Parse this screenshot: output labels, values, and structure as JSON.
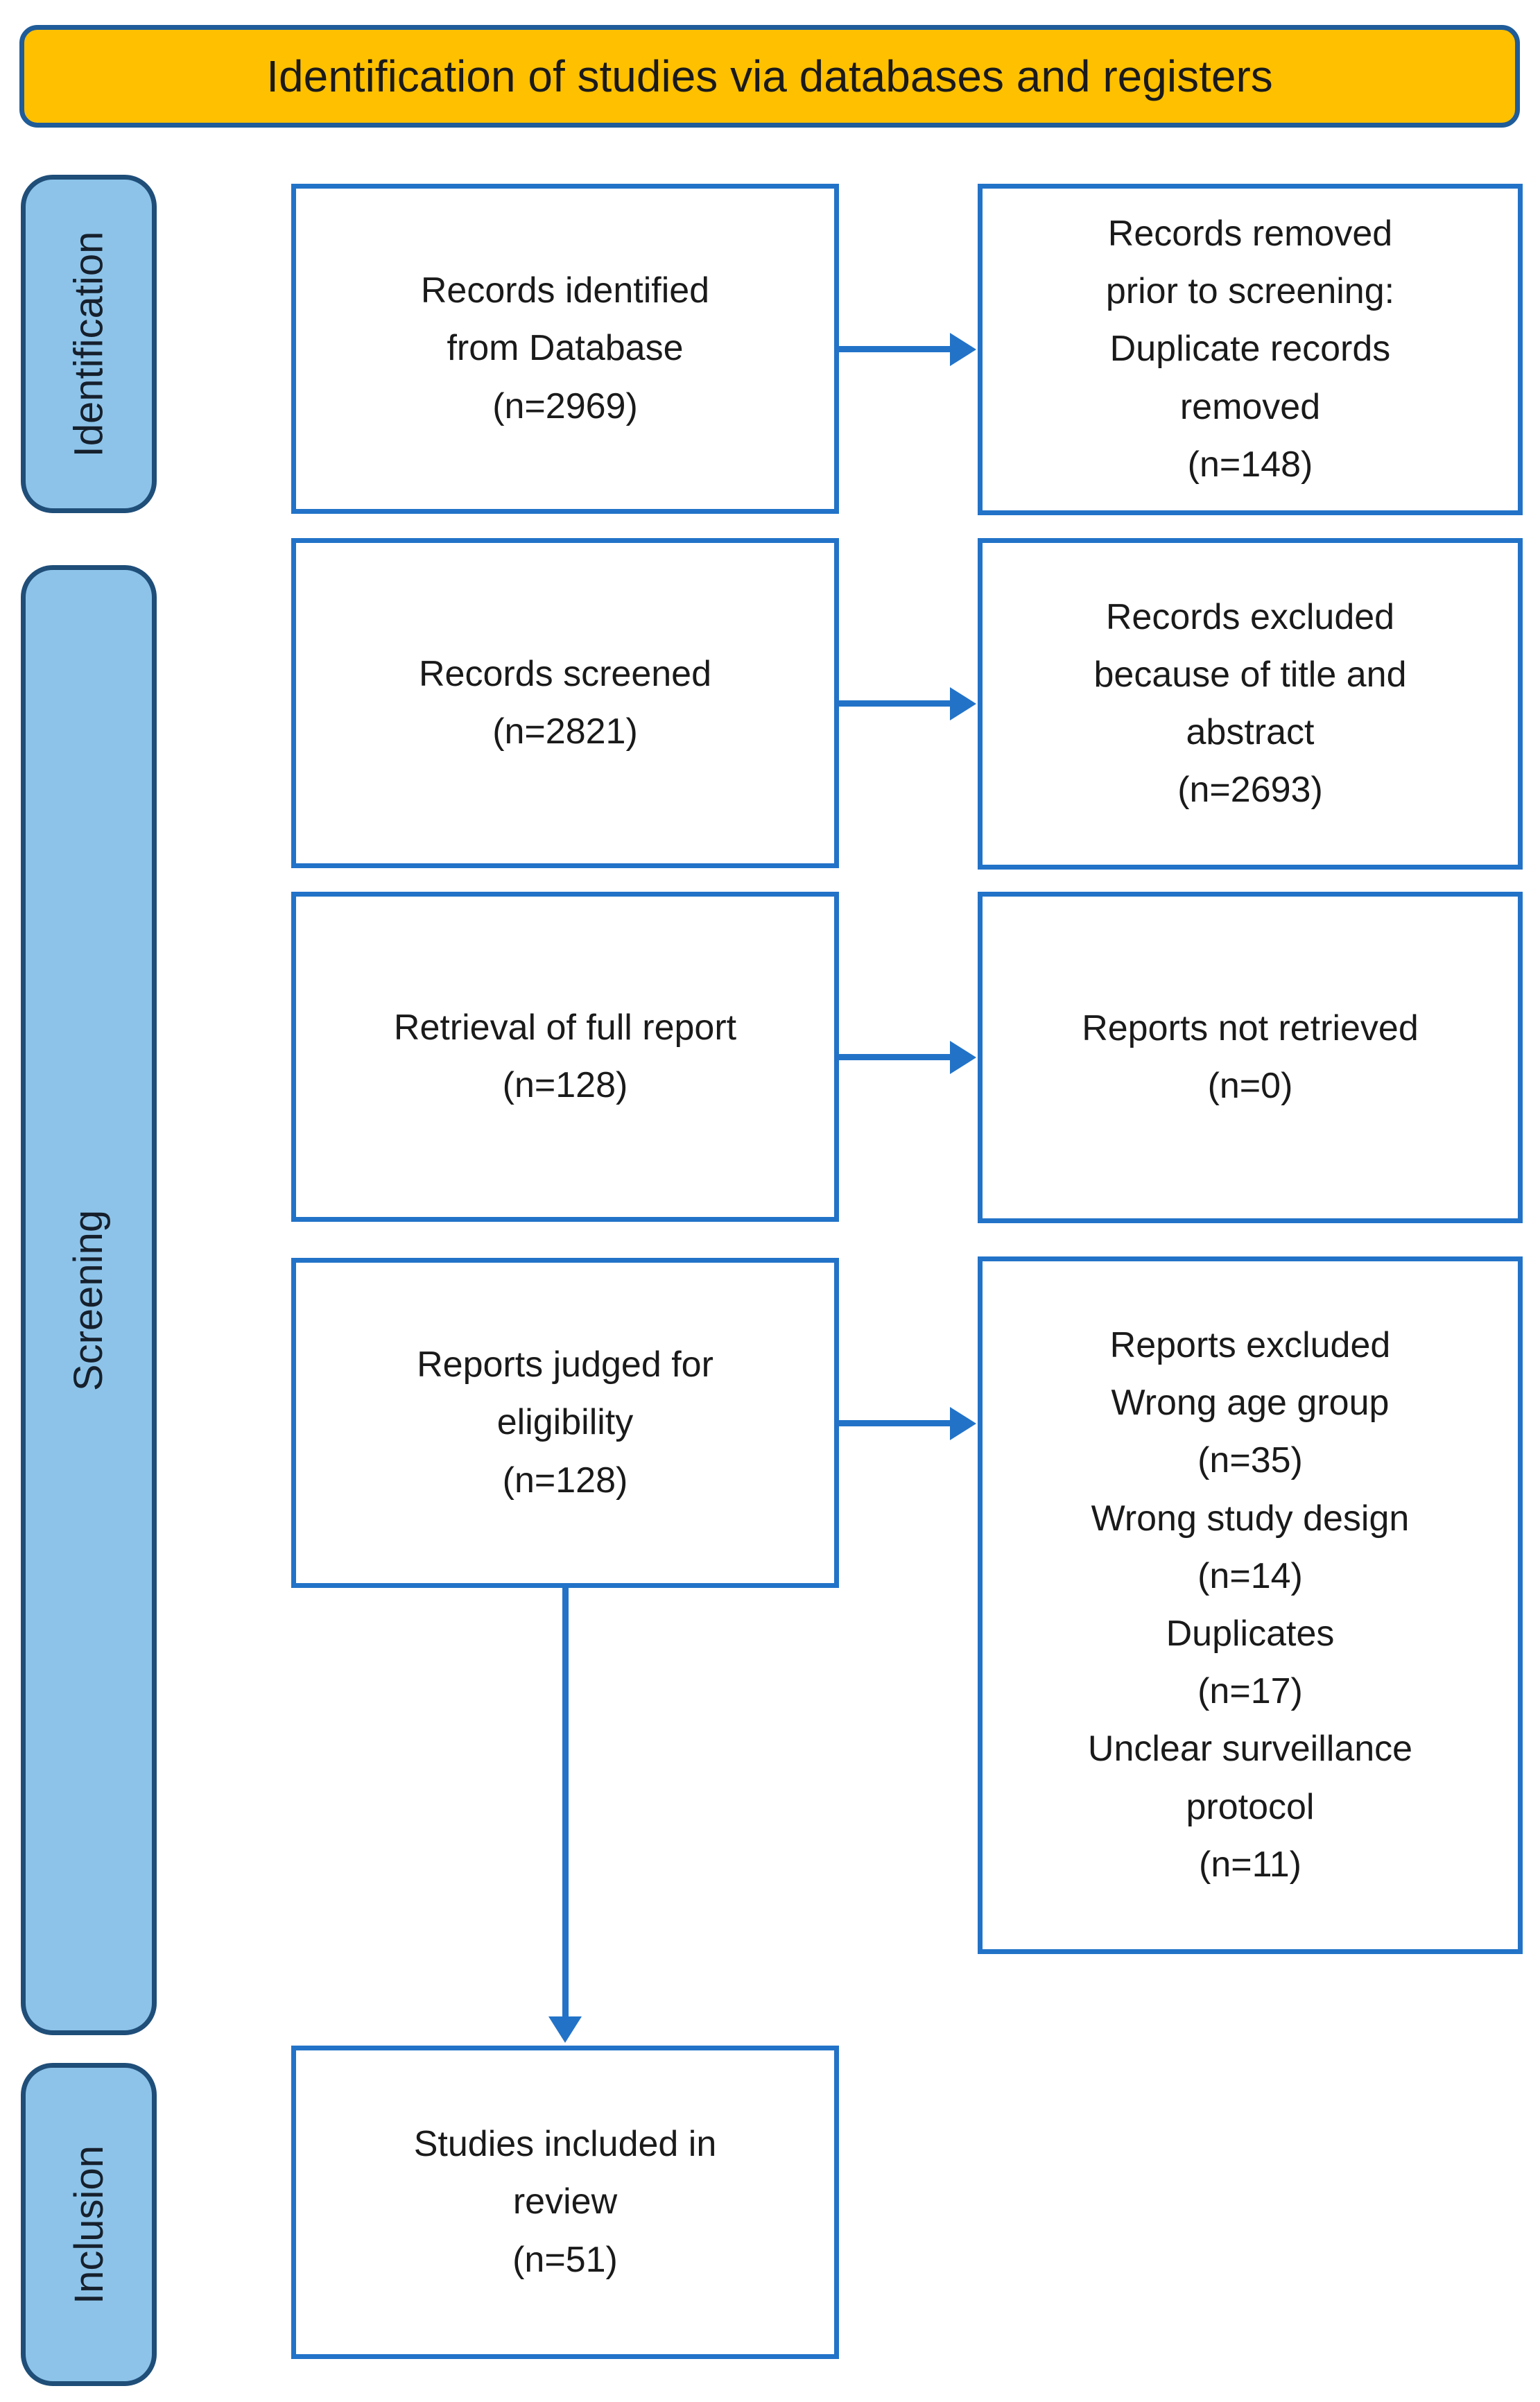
{
  "banner": {
    "title": "Identification of studies via databases and registers"
  },
  "stages": [
    {
      "label": "Identification"
    },
    {
      "label": "Screening"
    },
    {
      "label": "Inclusion"
    }
  ],
  "process_boxes": [
    {
      "id": "records-identified",
      "text": "Records identified\nfrom Database\n(n=2969)"
    },
    {
      "id": "records-screened",
      "text": "Records screened\n(n=2821)"
    },
    {
      "id": "retrieval-of-full-report",
      "text": "Retrieval of full report\n(n=128)"
    },
    {
      "id": "reports-judged-for-eligibility",
      "text": "Reports judged for\neligibility\n(n=128)"
    },
    {
      "id": "studies-included-in-review",
      "text": "Studies included in\nreview\n(n=51)"
    }
  ],
  "exclusion_boxes": [
    {
      "id": "records-removed-prior-to-screening",
      "text": "Records removed\nprior to screening:\nDuplicate records\nremoved\n(n=148)"
    },
    {
      "id": "records-excluded-title-abstract",
      "text": "Records excluded\nbecause of title and\nabstract\n(n=2693)"
    },
    {
      "id": "reports-not-retrieved",
      "text": "Reports not retrieved\n(n=0)"
    },
    {
      "id": "reports-excluded-reasons",
      "text": "Reports excluded\nWrong age group\n(n=35)\nWrong study design\n(n=14)\nDuplicates\n(n=17)\nUnclear surveillance\nprotocol\n(n=11)"
    }
  ],
  "colors": {
    "banner_fill": "#FFC000",
    "banner_border": "#1F5C99",
    "stage_fill": "#8DC3E9",
    "stage_border": "#1F4E79",
    "process_box_border": "#2273C8",
    "arrow": "#2273C8",
    "text": "#1a1a1a",
    "background": "#ffffff"
  }
}
